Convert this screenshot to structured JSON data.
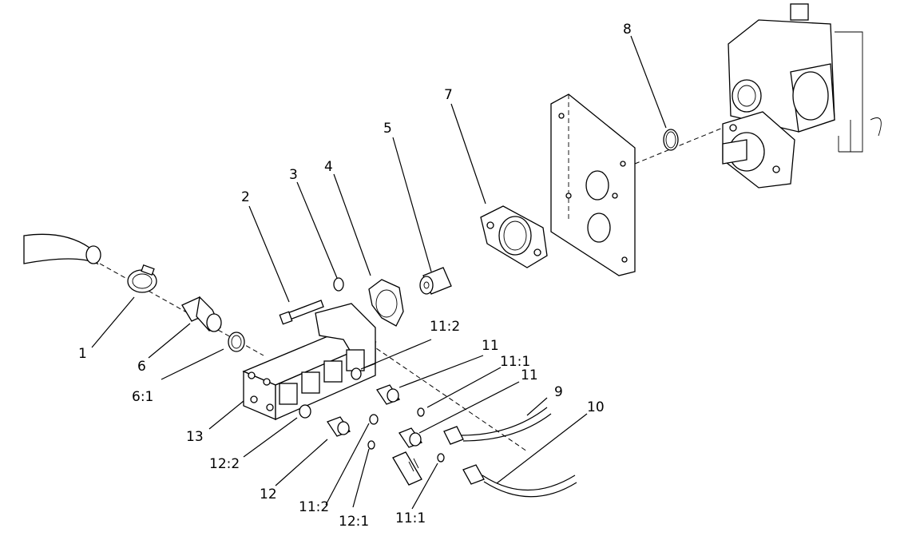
{
  "callouts": {
    "c1": "1",
    "c2": "2",
    "c3": "3",
    "c4": "4",
    "c5": "5",
    "c6": "6",
    "c6_1": "6:1",
    "c7": "7",
    "c8": "8",
    "c9": "9",
    "c10": "10",
    "c11_a": "11",
    "c11_b": "11",
    "c11_1_a": "11:1",
    "c11_1_b": "11:1",
    "c11_2_a": "11:2",
    "c11_2_b": "11:2",
    "c12": "12",
    "c12_1": "12:1",
    "c12_2": "12:2",
    "c13": "13"
  }
}
